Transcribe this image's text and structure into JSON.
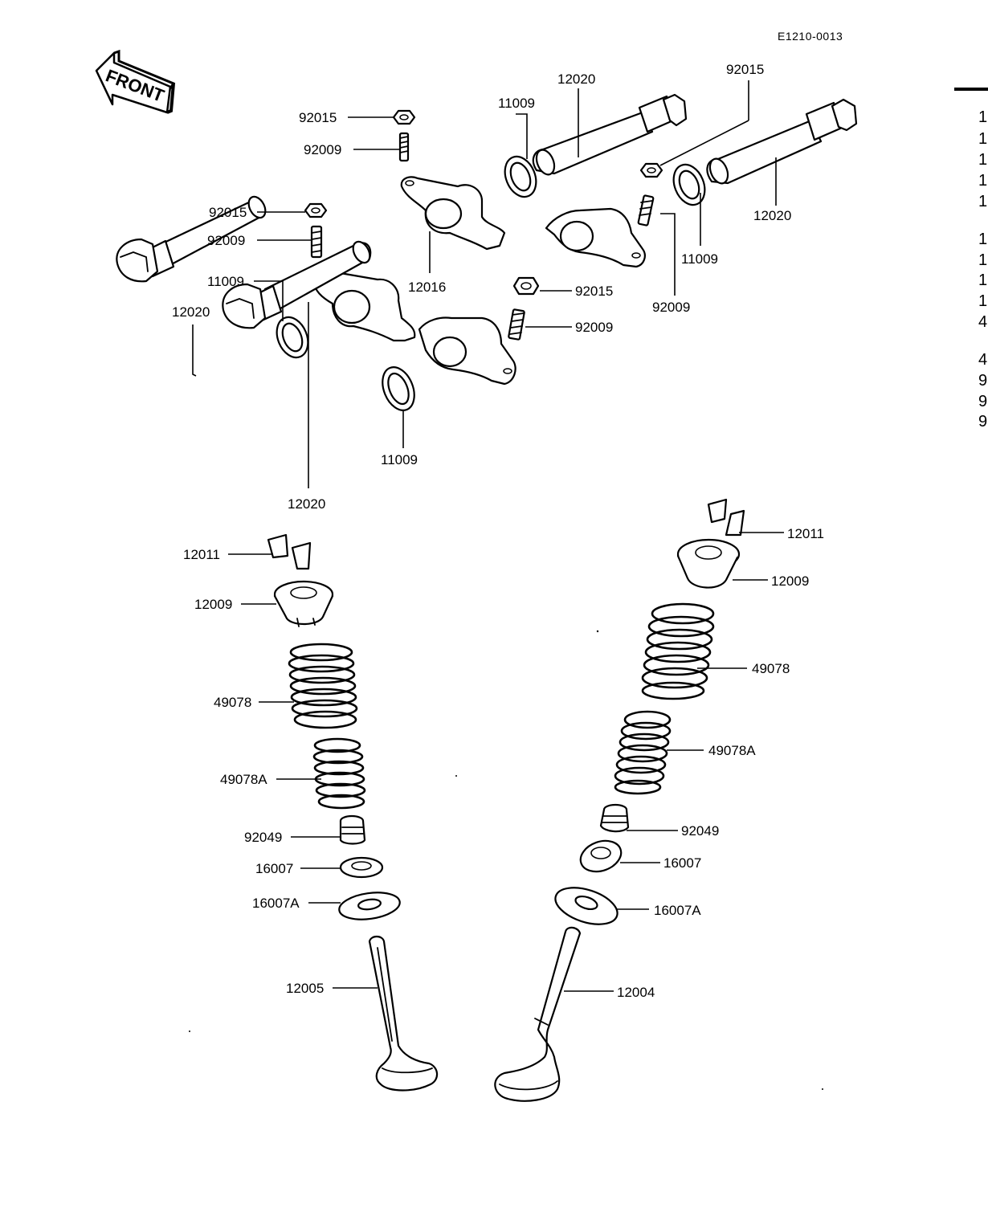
{
  "diagram": {
    "reference_code": "E1210-0013",
    "front_label": "FRONT",
    "labels": [
      {
        "id": "lbl-92015-a",
        "text": "92015"
      },
      {
        "id": "lbl-92009-a",
        "text": "92009"
      },
      {
        "id": "lbl-11009-a",
        "text": "11009"
      },
      {
        "id": "lbl-12020-a",
        "text": "12020"
      },
      {
        "id": "lbl-92015-b",
        "text": "92015"
      },
      {
        "id": "lbl-12020-b",
        "text": "12020"
      },
      {
        "id": "lbl-11009-b",
        "text": "11009"
      },
      {
        "id": "lbl-92009-b",
        "text": "92009"
      },
      {
        "id": "lbl-92015-c",
        "text": "92015"
      },
      {
        "id": "lbl-92009-c",
        "text": "92009"
      },
      {
        "id": "lbl-12016",
        "text": "12016"
      },
      {
        "id": "lbl-92015-d",
        "text": "92015"
      },
      {
        "id": "lbl-92009-d",
        "text": "92009"
      },
      {
        "id": "lbl-11009-c",
        "text": "11009"
      },
      {
        "id": "lbl-12020-c",
        "text": "12020"
      },
      {
        "id": "lbl-11009-d",
        "text": "11009"
      },
      {
        "id": "lbl-12020-d",
        "text": "12020"
      },
      {
        "id": "lbl-12011-l",
        "text": "12011"
      },
      {
        "id": "lbl-12009-l",
        "text": "12009"
      },
      {
        "id": "lbl-49078-l",
        "text": "49078"
      },
      {
        "id": "lbl-49078A-l",
        "text": "49078A"
      },
      {
        "id": "lbl-92049-l",
        "text": "92049"
      },
      {
        "id": "lbl-16007-l",
        "text": "16007"
      },
      {
        "id": "lbl-16007A-l",
        "text": "16007A"
      },
      {
        "id": "lbl-12005",
        "text": "12005"
      },
      {
        "id": "lbl-12011-r",
        "text": "12011"
      },
      {
        "id": "lbl-12009-r",
        "text": "12009"
      },
      {
        "id": "lbl-49078-r",
        "text": "49078"
      },
      {
        "id": "lbl-49078A-r",
        "text": "49078A"
      },
      {
        "id": "lbl-92049-r",
        "text": "92049"
      },
      {
        "id": "lbl-16007-r",
        "text": "16007"
      },
      {
        "id": "lbl-16007A-r",
        "text": "16007A"
      },
      {
        "id": "lbl-12004",
        "text": "12004"
      }
    ],
    "side_index": [
      "1",
      "1",
      "1",
      "1",
      "1",
      "1",
      "1",
      "1",
      "1",
      "4",
      "4",
      "9",
      "9",
      "9"
    ]
  }
}
